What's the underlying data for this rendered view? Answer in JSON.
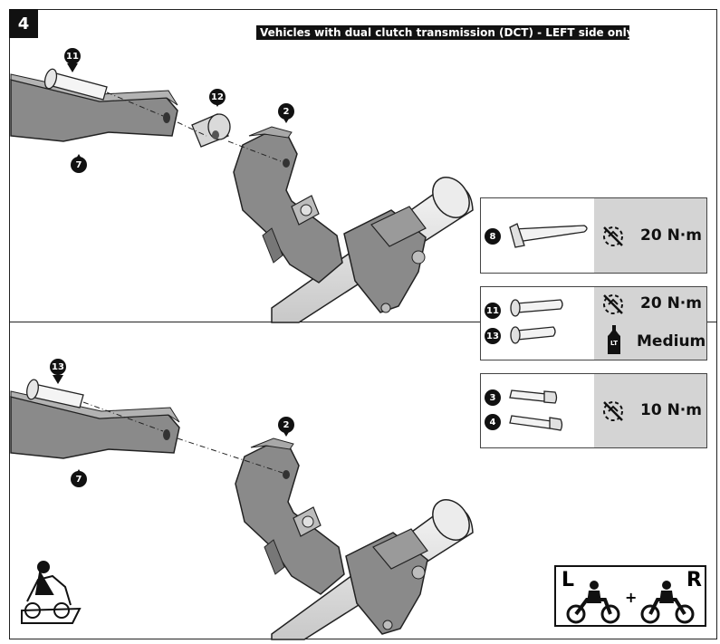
{
  "step_number": "4",
  "banner_text": "Vehicles with dual clutch transmission (DCT) - LEFT side only!",
  "callouts": {
    "top": {
      "bolt": "11",
      "spacer": "12",
      "adapter": "2",
      "handguard": "7"
    },
    "bottom": {
      "bolt": "13",
      "adapter": "2",
      "handguard": "7"
    }
  },
  "spec_boxes": [
    {
      "parts": [
        "8"
      ],
      "torque": "20 N·m"
    },
    {
      "parts": [
        "11",
        "13"
      ],
      "torque": "20 N·m",
      "threadlock": "Medium",
      "threadlock_icon_text": "LT"
    },
    {
      "parts": [
        "3",
        "4"
      ],
      "torque": "10 N·m"
    }
  ],
  "side_indicator": {
    "left": "L",
    "right": "R",
    "plus": "+"
  },
  "colors": {
    "part_grey": "#8a8a8a",
    "bar_grey": "#e6e6e6",
    "box_grey": "#d4d4d4",
    "black": "#111111"
  }
}
